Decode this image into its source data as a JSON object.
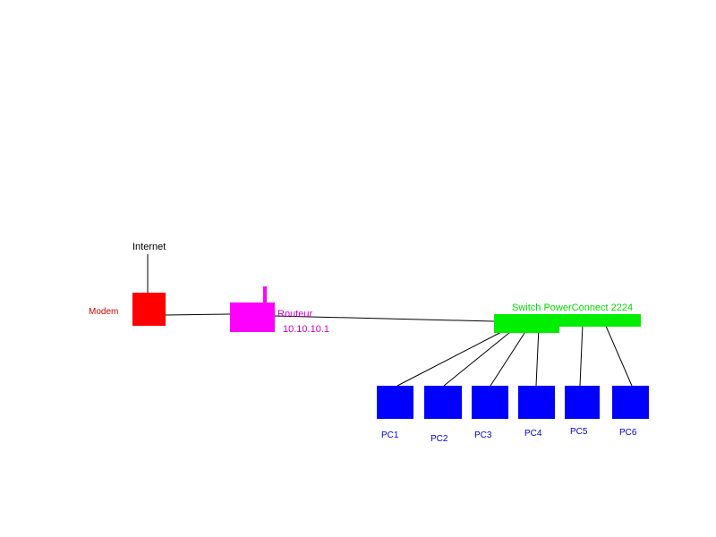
{
  "internet": {
    "label": "Internet"
  },
  "modem": {
    "label": "Modem",
    "color": "#ff0000"
  },
  "router": {
    "label": "Routeur",
    "ip": "10.10.10.1",
    "color": "#ff00ff"
  },
  "switch": {
    "label": "Switch PowerConnect 2224",
    "color": "#00ee00"
  },
  "pcs": {
    "color": "#0000ff",
    "items": [
      {
        "label": "PC1"
      },
      {
        "label": "PC2"
      },
      {
        "label": "PC3"
      },
      {
        "label": "PC4"
      },
      {
        "label": "PC5"
      },
      {
        "label": "PC6"
      }
    ]
  }
}
